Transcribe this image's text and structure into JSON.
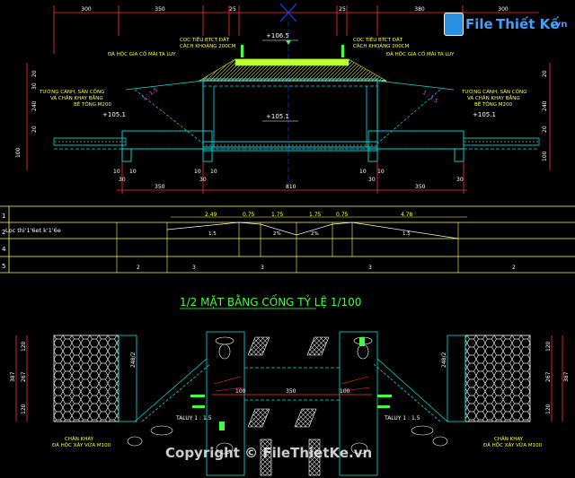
{
  "colors": {
    "background": "#000000",
    "dimension": "#ff3030",
    "structure": "#00e0e0",
    "note": "#ffff40",
    "green": "#40ff40",
    "white": "#ffffff",
    "magenta": "#ff40ff",
    "hatch": "#c8c800"
  },
  "section": {
    "top_dims": [
      "300",
      "350",
      "25",
      "25",
      "380",
      "300"
    ],
    "elev_top": "+106.5",
    "elev_mid": "+105.1",
    "elev_left": "+105.1",
    "elev_right": "+105.1",
    "note_left_1": "CỌC TIÊU BTCT ĐẶT",
    "note_left_2": "CÁCH KHOẢNG 200CM",
    "note_right_1": "CỌC TIÊU BTCT ĐẶT",
    "note_right_2": "CÁCH KHOẢNG 200CM",
    "note_slope_left": "ĐÁ HỘC GIA CỐ MÁI TA LUY",
    "note_slope_right": "ĐÁ HỘC GIA CỐ MÁI TA LUY",
    "wall_left_1": "TƯỜNG CÁNH, SÂN CỐNG",
    "wall_left_2": "VÀ CHÂN KHAY BẰNG",
    "wall_left_3": "BÊ TÔNG M200",
    "wall_right_1": "TƯỜNG CÁNH, SÂN CỐNG",
    "wall_right_2": "VÀ CHÂN KHAY BẰNG",
    "wall_right_3": "BÊ TÔNG M200",
    "slope_left": "1 : 1.5",
    "slope_right": "1 : 1.5",
    "left_dims": [
      "20",
      "30",
      "240",
      "20"
    ],
    "right_dims": [
      "20",
      "240",
      "20",
      "100"
    ],
    "bottom_dims": [
      "10",
      "10",
      "30",
      "30",
      "10",
      "10",
      "10",
      "10",
      "30",
      "30"
    ],
    "dim_350_left": "350",
    "dim_810": "810",
    "dim_350_right": "350",
    "left_100": "100"
  },
  "table": {
    "row_labels": [
      "1",
      "2",
      "4",
      "5"
    ],
    "row2_label": "Lọc thi'1'6et k'1'6e",
    "row1_values": [
      "2.49",
      "0.75",
      "1.75",
      "1.75",
      "0.75",
      "4.78"
    ],
    "row2_slopes": [
      "1.5",
      "2%",
      "2%",
      "1.5"
    ],
    "row5_values": [
      "2",
      "3",
      "3",
      "3",
      "2"
    ]
  },
  "plan": {
    "title": "1/2 MẶT BẰNG CỐNG  TỶ LỆ 1/100",
    "left_dims": [
      "120",
      "267",
      "387",
      "120"
    ],
    "right_dims": [
      "120",
      "267",
      "387",
      "120"
    ],
    "inner_left": "248/2",
    "inner_right": "248/2",
    "dim_100_left": "100",
    "dim_350": "350",
    "dim_100_right": "100",
    "taluy_left": "TALUY 1 : 1.5",
    "taluy_right": "TALUY 1 : 1.5",
    "note_left_1": "CHÂN KHAY",
    "note_left_2": "ĐÁ HỘC XÂY VỮA M100",
    "note_right_1": "CHÂN KHAY",
    "note_right_2": "ĐÁ HỘC XÂY VỮA M100"
  },
  "watermark": {
    "logo_text_1": "File",
    "logo_text_2": "Thiết Kế",
    "logo_suffix": ".vn",
    "copyright": "Copyright © FileThietKe.vn"
  }
}
